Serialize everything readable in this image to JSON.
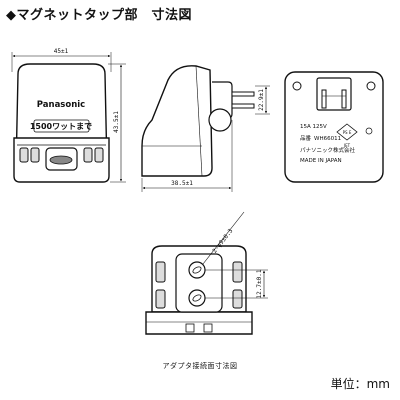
{
  "page_title": "◆マグネットタップ部　寸法図",
  "unit_label": "単位：mm",
  "adapter_caption": "アダプタ接続面寸法図",
  "front_view": {
    "brand": "Panasonic",
    "rating": "1500ワットまで",
    "dim_width": "45±1",
    "dim_height": "43.5±1"
  },
  "side_view": {
    "dim_depth": "38.5±1",
    "dim_plug": "22.9±1"
  },
  "rear_view": {
    "rating": "15A 125V",
    "model_label": "品番",
    "model": "WH66011",
    "maker": "パナソニック株式会社",
    "origin": "MADE IN JAPAN",
    "pse": "PS E",
    "jet": "JET"
  },
  "adapter_view": {
    "dim_diagonal": "2-φ9±0.3",
    "dim_pitch": "12.7±0.1"
  }
}
